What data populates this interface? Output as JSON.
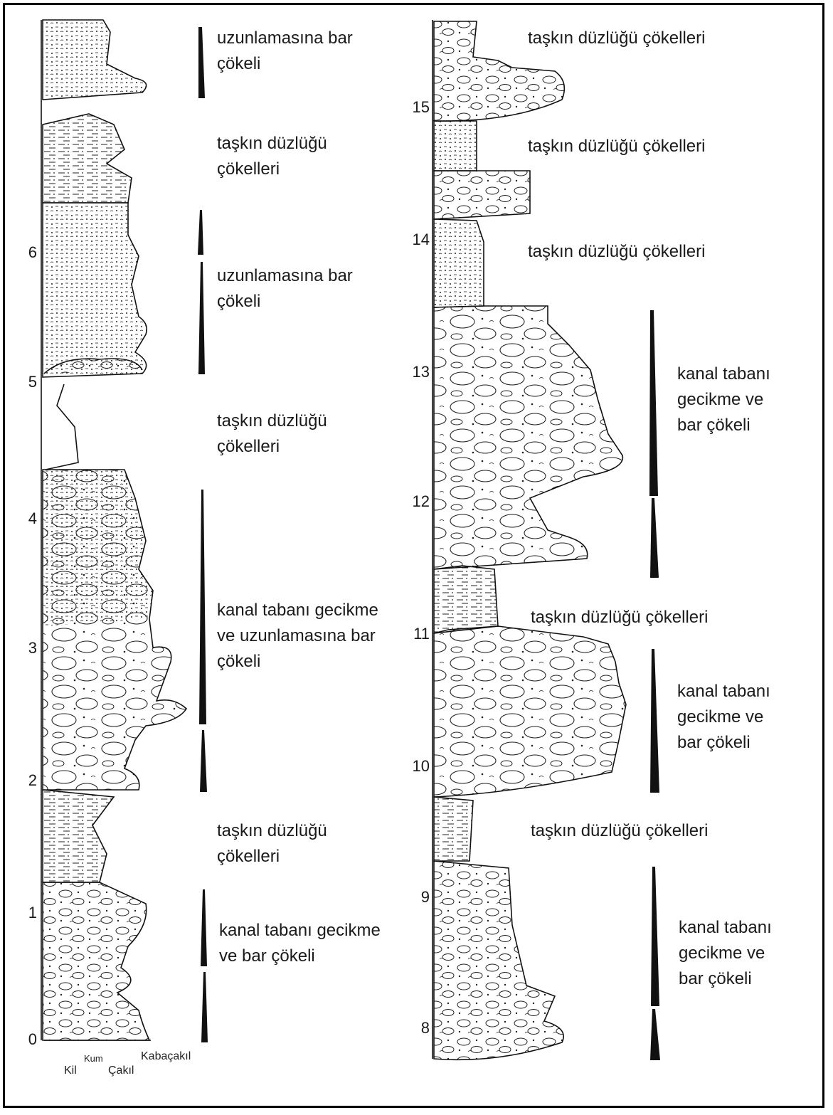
{
  "left_column": {
    "depth_ticks": [
      "0",
      "1",
      "2",
      "3",
      "4",
      "5",
      "6"
    ],
    "labels": [
      "uzunlamasına bar\nçökeli",
      "taşkın düzlüğü\nçökelleri",
      "uzunlamasına bar\nçökeli",
      "taşkın düzlüğü\nçökelleri",
      "kanal tabanı gecikme\nve uzunlamasına bar\nçökeli",
      "taşkın düzlüğü\nçökelleri",
      "kanal tabanı gecikme\nve bar çökeli"
    ]
  },
  "right_column": {
    "depth_ticks": [
      "8",
      "9",
      "10",
      "11",
      "12",
      "13",
      "14",
      "15"
    ],
    "labels": [
      "taşkın düzlüğü çökelleri",
      "taşkın düzlüğü çökelleri",
      "taşkın düzlüğü çökelleri",
      "kanal tabanı\ngecikme ve\nbar çökeli",
      "taşkın düzlüğü çökelleri",
      "kanal tabanı\ngecikme ve\nbar çökeli",
      "taşkın düzlüğü çökelleri",
      "kanal tabanı\ngecikme ve\nbar çökeli"
    ]
  },
  "grain_size_scale": [
    "Kil",
    "Kum",
    "Çakıl",
    "Kabaçakıl"
  ],
  "colors": {
    "ink": "#111111",
    "paper": "#ffffff"
  }
}
